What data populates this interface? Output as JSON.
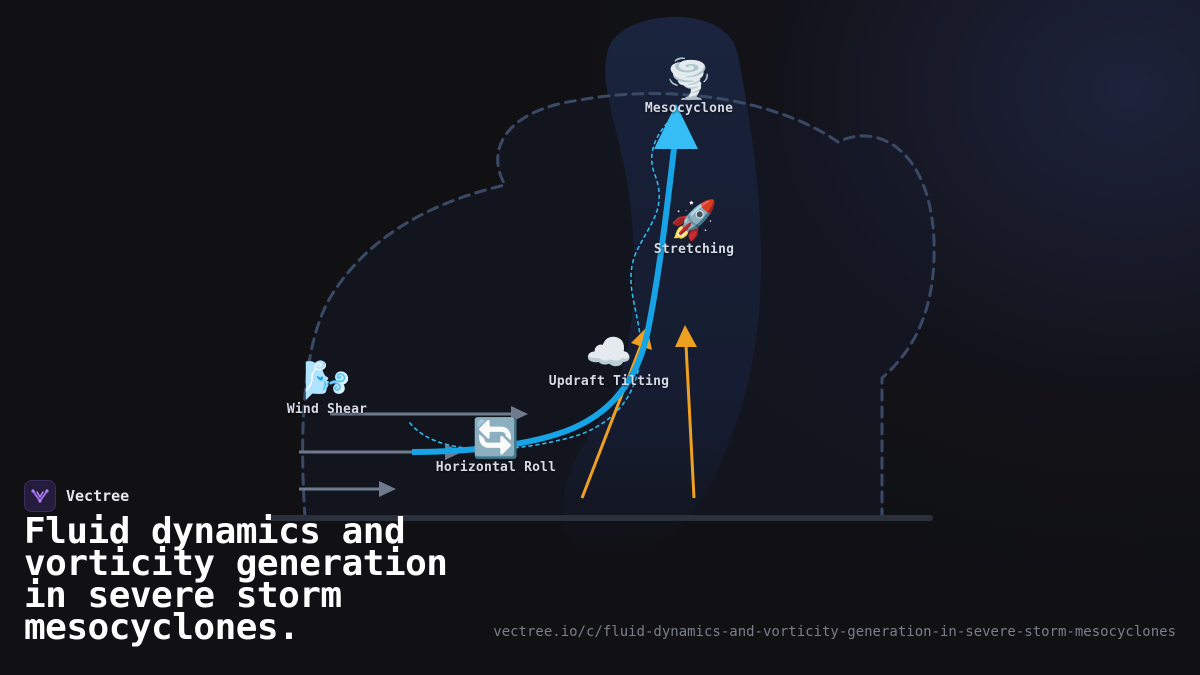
{
  "diagram": {
    "nodes": {
      "mesocyclone": {
        "icon": "tornado-icon",
        "emoji": "🌪️",
        "label": "Mesocyclone"
      },
      "stretching": {
        "icon": "rocket-icon",
        "emoji": "🚀",
        "label": "Stretching"
      },
      "updraft_tilting": {
        "icon": "cloud-icon",
        "emoji": "☁️",
        "label": "Updraft Tilting"
      },
      "wind_shear": {
        "icon": "wind-icon",
        "emoji": "🌬️",
        "label": "Wind Shear"
      },
      "horizontal_roll": {
        "icon": "cycle-arrows-icon",
        "emoji": "🔄",
        "label": "Horizontal Roll"
      }
    },
    "colors": {
      "vortex_path": "#16a4e6",
      "updraft_arrows": "#f0a020",
      "wind_arrows": "#6f7a8e",
      "cloud_outline": "#3a4a66",
      "updraft_column": "#18223a"
    }
  },
  "brand": {
    "name": "Vectree",
    "logo_icon": "vectree-logo-icon"
  },
  "title": "Fluid dynamics and vorticity generation in severe storm mesocyclones.",
  "url": "vectree.io/c/fluid-dynamics-and-vorticity-generation-in-severe-storm-mesocyclones"
}
